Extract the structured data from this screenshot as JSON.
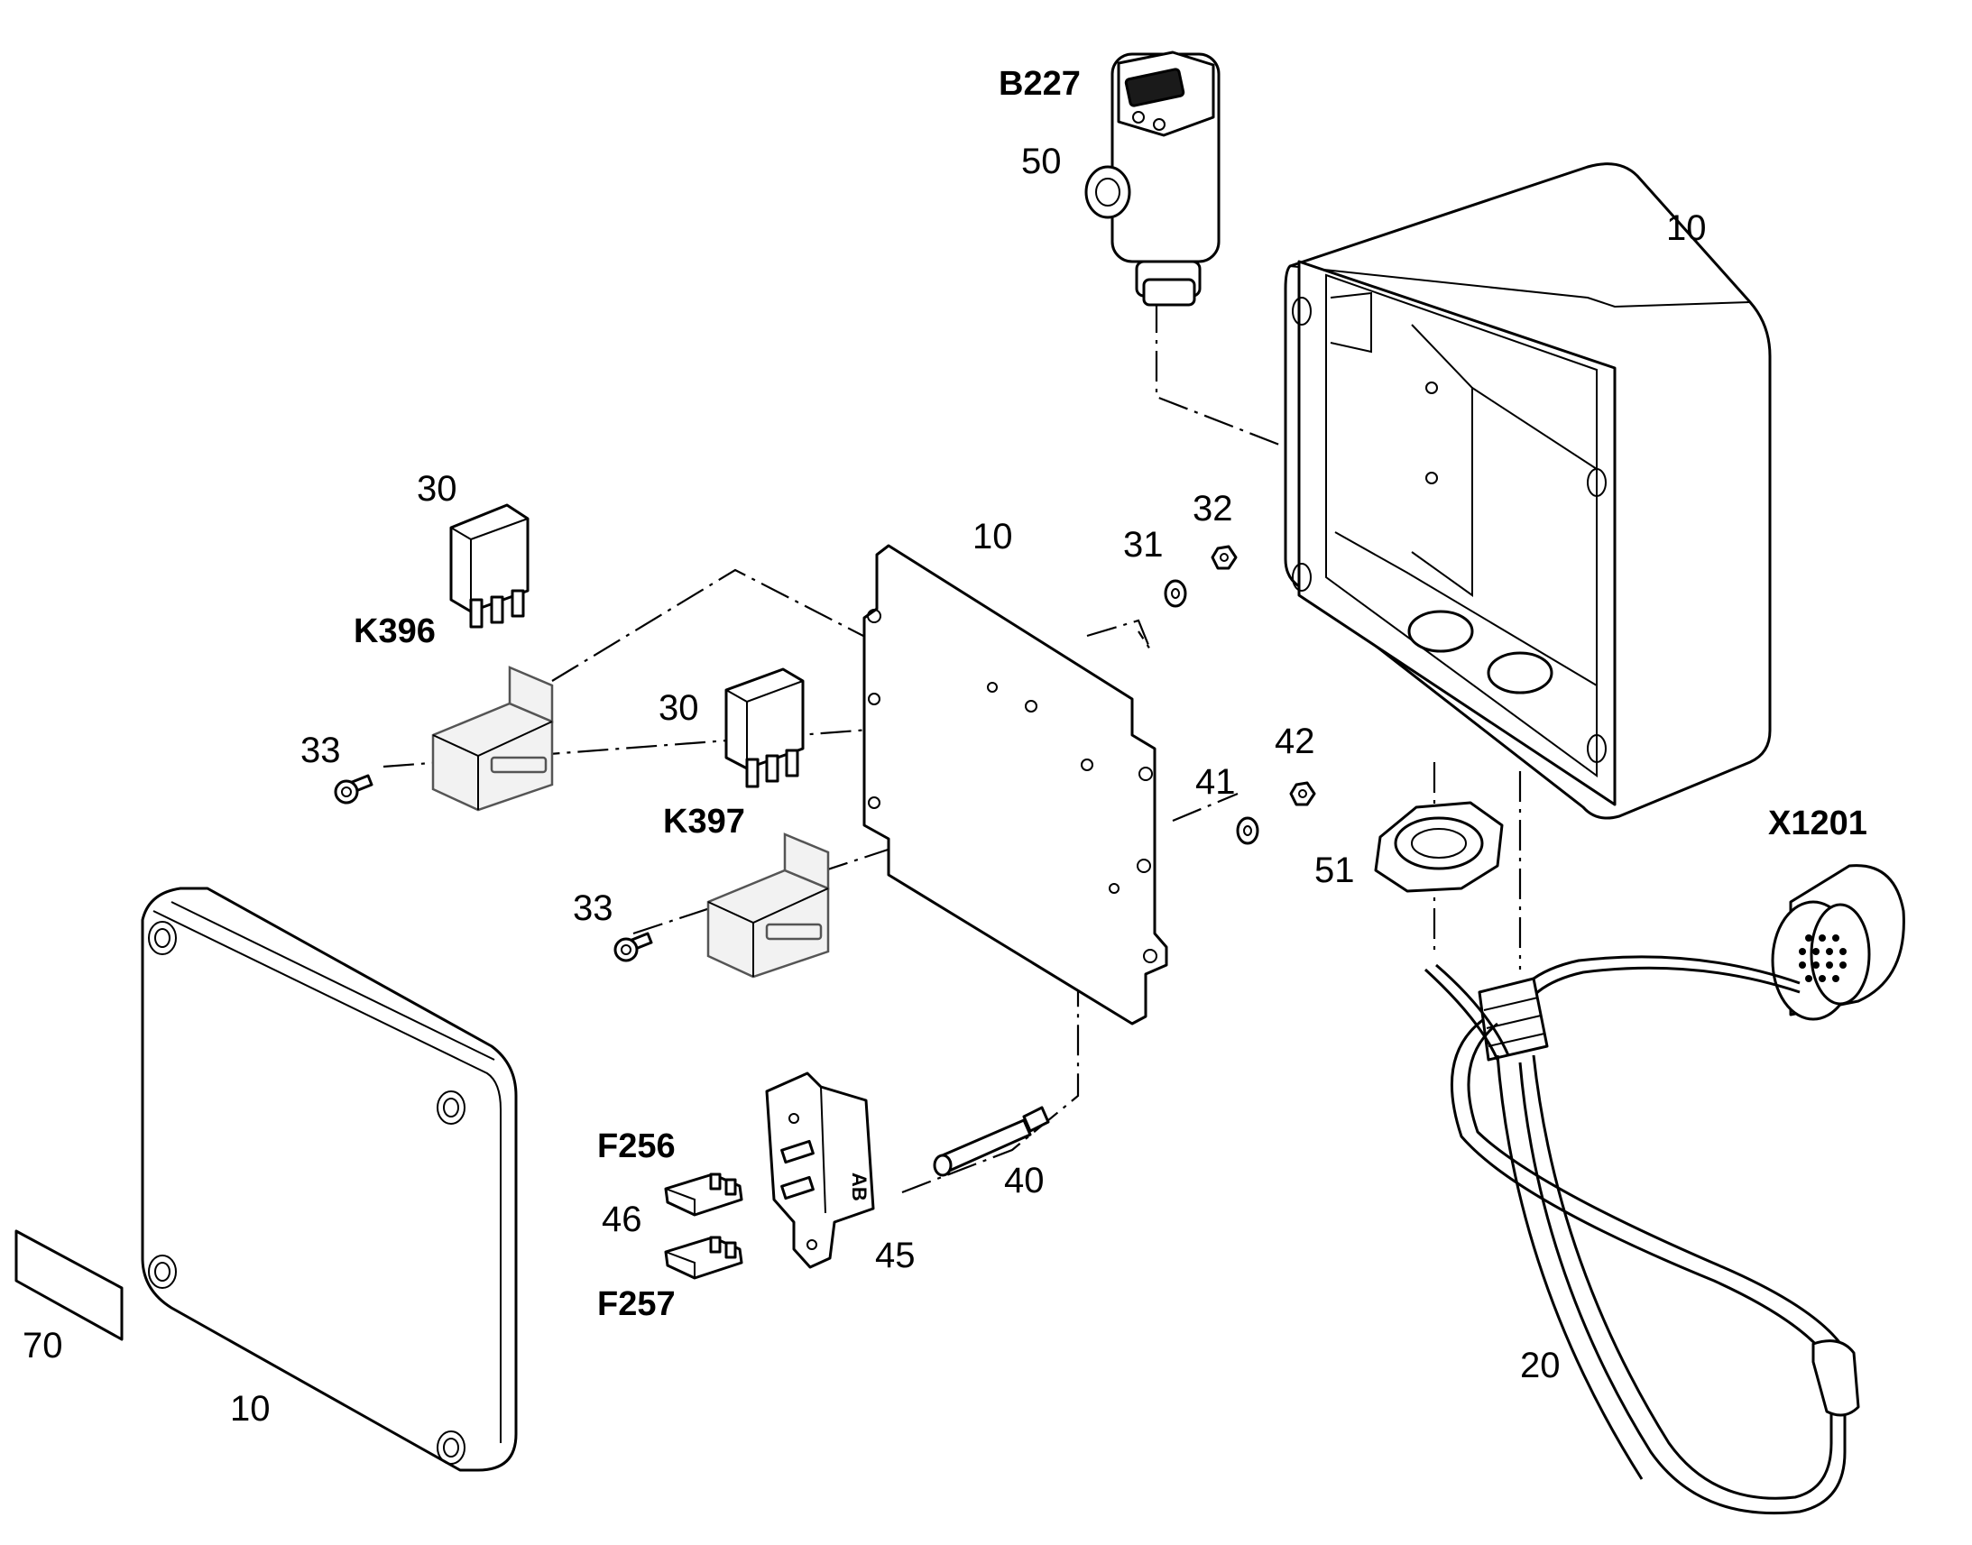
{
  "labels": {
    "b227": "B227",
    "n50": "50",
    "n10_box": "10",
    "n30_a": "30",
    "k396": "K396",
    "n10_plate": "10",
    "n31": "31",
    "n32": "32",
    "n33_a": "33",
    "n30_b": "30",
    "k397": "K397",
    "n42": "42",
    "n41": "41",
    "n51": "51",
    "x1201": "X1201",
    "n33_b": "33",
    "f256": "F256",
    "n46": "46",
    "f257": "F257",
    "n40": "40",
    "n45": "45",
    "n70": "70",
    "n10_lid": "10",
    "n20": "20"
  },
  "fuse_holder_marking": "AB"
}
